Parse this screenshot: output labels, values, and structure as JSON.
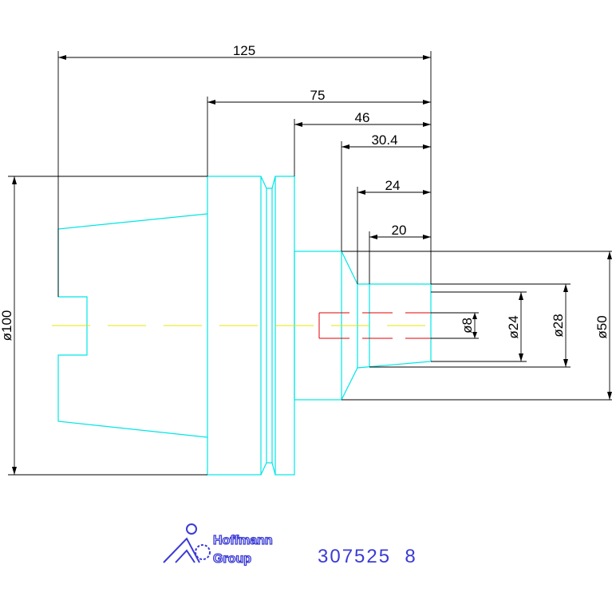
{
  "dimensions": {
    "length_125": "125",
    "length_75": "75",
    "length_46": "46",
    "length_30_4": "30.4",
    "length_24": "24",
    "length_20": "20",
    "diameter_100": "ø100",
    "diameter_8": "ø8",
    "diameter_24": "ø24",
    "diameter_28": "ø28",
    "diameter_50": "ø50"
  },
  "brand": {
    "line1": "Hoffmann",
    "line2": "Group"
  },
  "part_number": "307525  8",
  "colors": {
    "outline": "#00e5e5",
    "centerline": "#e5e500",
    "hidden_bore": "#e00000",
    "dimension": "#000000",
    "brand": "#3b3bd6"
  }
}
